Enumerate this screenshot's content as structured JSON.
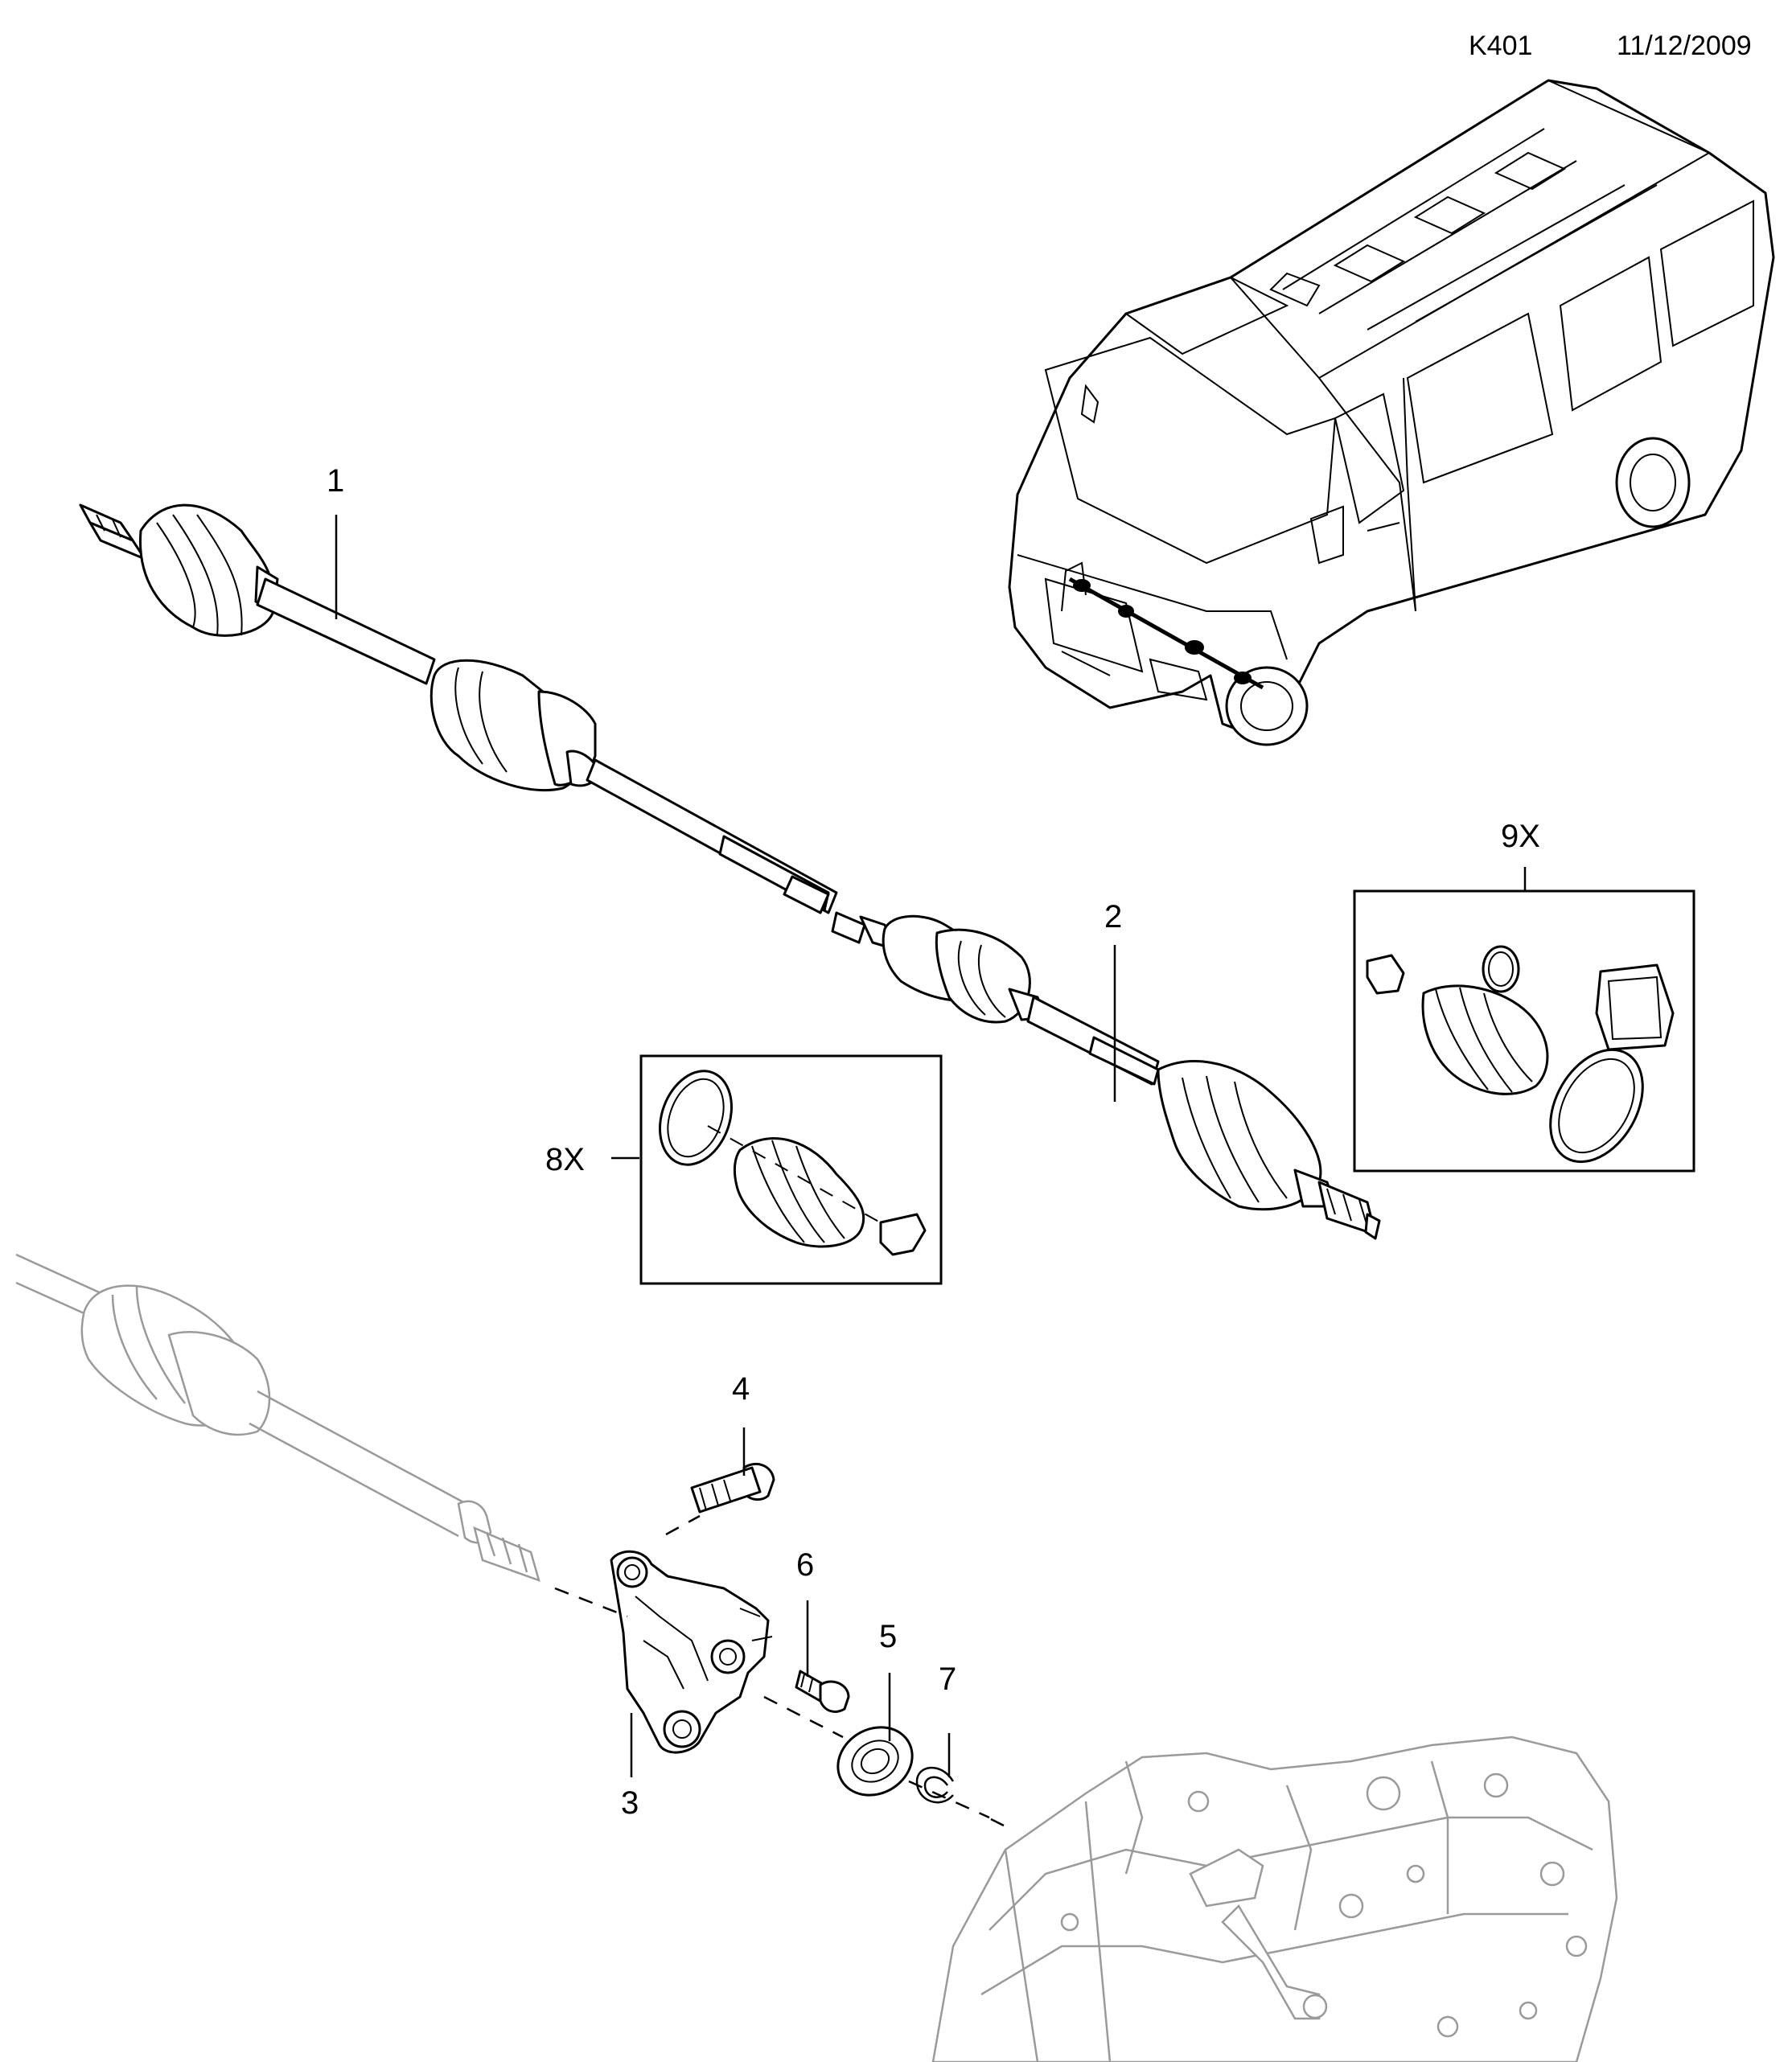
{
  "header": {
    "code": "K401",
    "date": "11/12/2009"
  },
  "callouts": {
    "c1": "1",
    "c2": "2",
    "c3": "3",
    "c4": "4",
    "c5": "5",
    "c6": "6",
    "c7": "7",
    "c8x": "8X",
    "c9x": "9X"
  }
}
